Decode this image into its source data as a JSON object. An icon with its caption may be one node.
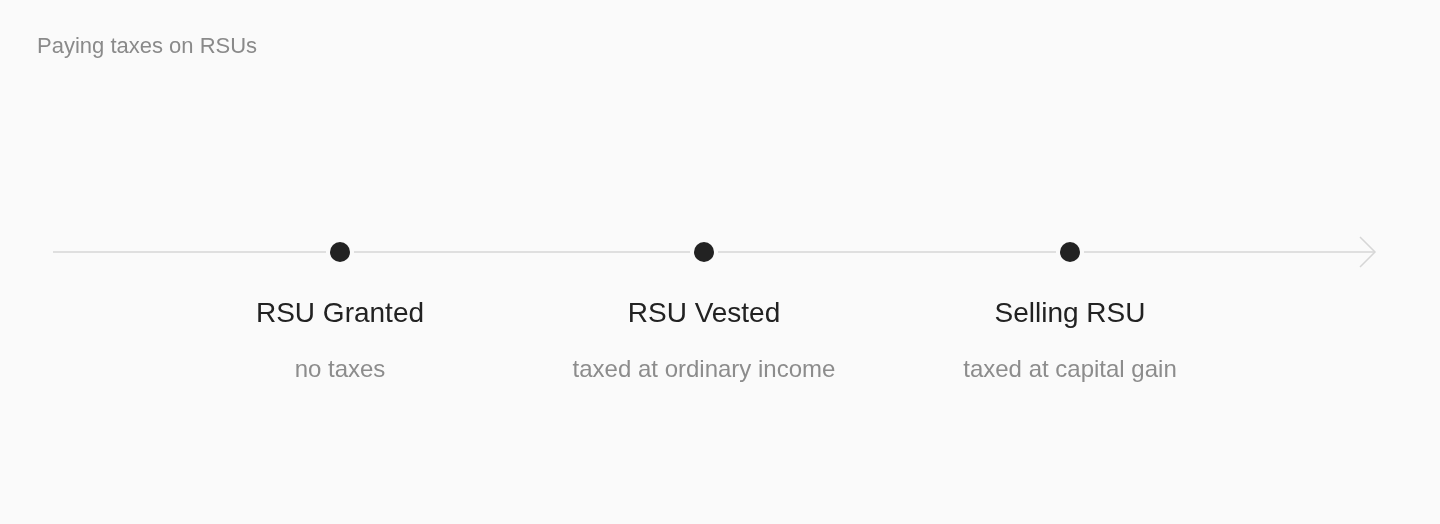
{
  "diagram": {
    "title": "Paying taxes on RSUs",
    "nodes": [
      {
        "text": [],
        "shape": "circle",
        "beside": [
          "RSU Granted",
          "no taxes"
        ]
      },
      {
        "text": [],
        "shape": "circle",
        "beside": [
          "RSU Vested",
          "taxed at ordinary income"
        ]
      },
      {
        "text": [],
        "shape": "circle",
        "beside": [
          "Selling RSU",
          "taxed at capital gain"
        ]
      }
    ],
    "edges": [
      {
        "from": null,
        "to": 0,
        "arrow": "none"
      },
      {
        "from": 0,
        "to": 1,
        "arrow": "none"
      },
      {
        "from": 1,
        "to": 2,
        "arrow": "none"
      },
      {
        "from": 2,
        "to": null,
        "arrow": "to"
      }
    ]
  }
}
